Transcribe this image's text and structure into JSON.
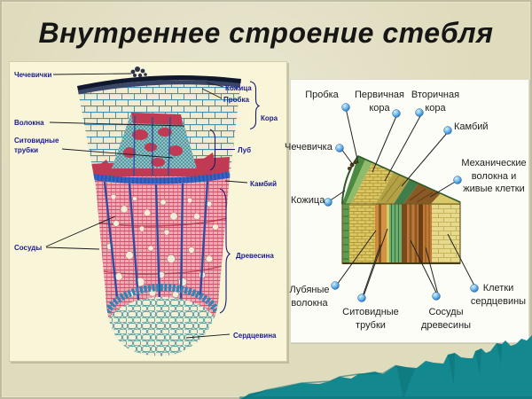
{
  "slide": {
    "title": "Внутреннее строение стебля"
  },
  "colors": {
    "background": "#dfdbbd",
    "panel_left": "#f9f5d8",
    "panel_right": "#fdfdf8",
    "teal": "#13898f",
    "teal_dark": "#0d7177",
    "label_navy": "#1b1b8f",
    "label_black": "#1c1c1c",
    "title": "#161616"
  },
  "left_diagram": {
    "description": "micrograph cross-section of stem",
    "labels": {
      "lenticels": "Чечевички",
      "fibers": "Волокна",
      "sieve_tubes": "Ситовидные\nтрубки",
      "vessels": "Сосуды",
      "skin": "Кожица",
      "cork": "Пробка",
      "bark": "Кора",
      "bast": "Луб",
      "cambium": "Камбий",
      "wood": "Древесина",
      "pith": "Сердцевина"
    }
  },
  "right_diagram": {
    "description": "3D wedge scheme of stem tissues",
    "labels": {
      "cork": "Пробка",
      "primary_cortex": "Первичная\nкора",
      "secondary_cortex": "Вторичная\nкора",
      "cambium": "Камбий",
      "lenticel": "Чечевичка",
      "skin": "Кожица",
      "mechanical": "Механические\nволокна и\nживые клетки",
      "bast_fibers": "Лубяные\nволокна",
      "sieve_tubes": "Ситовидные\nтрубки",
      "wood_vessels": "Сосуды\nдревесины",
      "pith_cells": "Клетки\nсердцевины"
    }
  }
}
